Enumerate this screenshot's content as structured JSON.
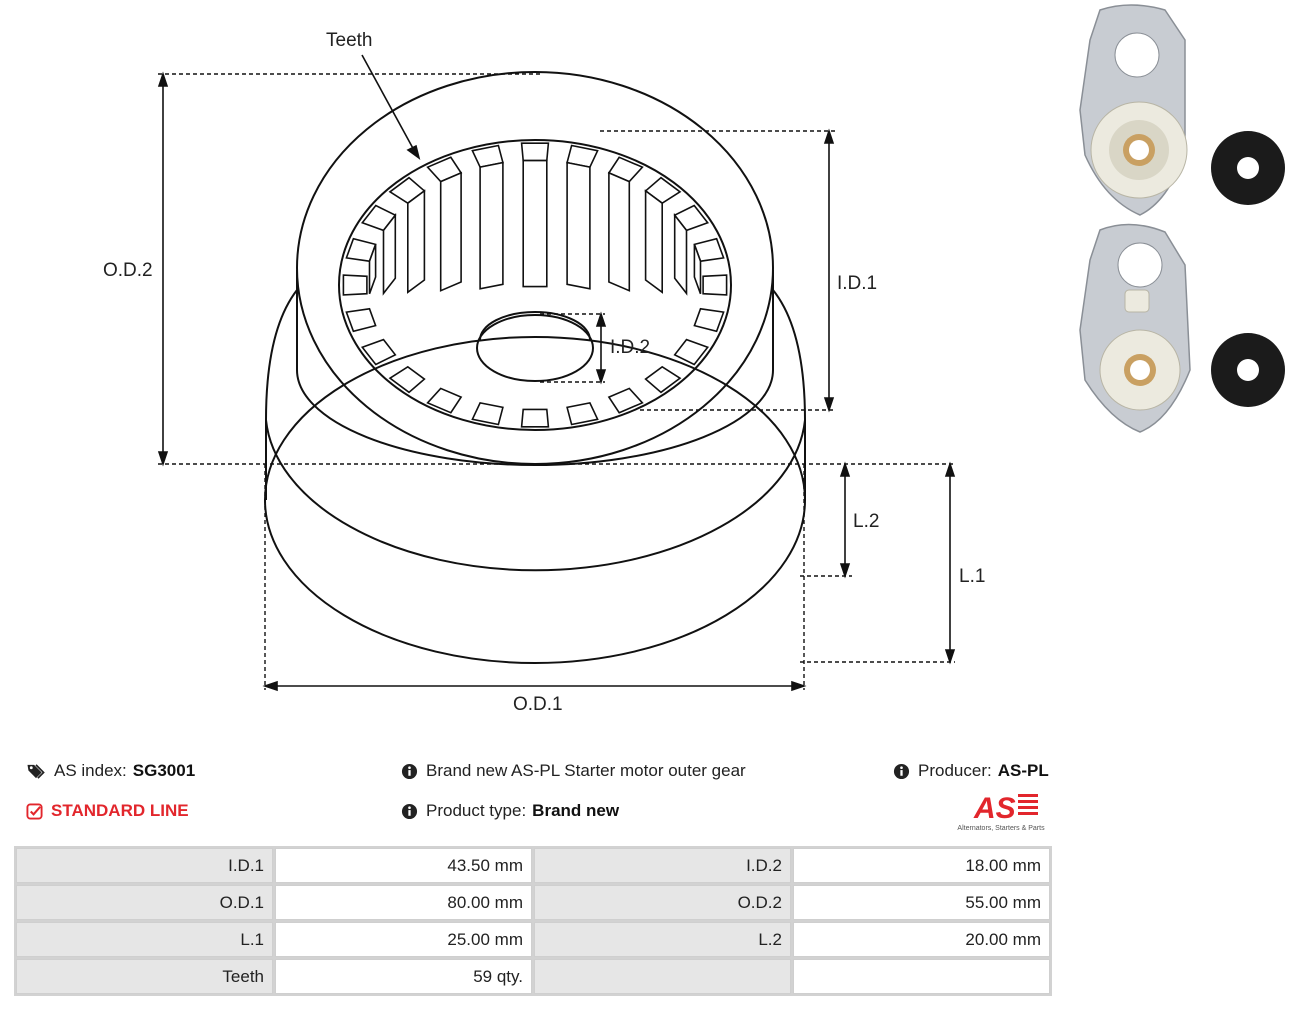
{
  "drawing": {
    "labels": {
      "teeth": "Teeth",
      "od2": "O.D.2",
      "id1": "I.D.1",
      "id2": "I.D.2",
      "l2": "L.2",
      "l1": "L.1",
      "od1": "O.D.1"
    }
  },
  "info": {
    "as_index_label": "AS index:",
    "as_index_value": "SG3001",
    "standard_line": "STANDARD LINE",
    "description": "Brand new AS-PL Starter motor outer gear",
    "product_type_label": "Product type:",
    "product_type_value": "Brand new",
    "producer_label": "Producer:",
    "producer_value": "AS-PL"
  },
  "logo": {
    "mark": "AS",
    "tagline": "Alternators, Starters & Parts",
    "color": "#e2262c"
  },
  "specs": {
    "rows": [
      {
        "l1": "I.D.1",
        "v1": "43.50 mm",
        "l2": "I.D.2",
        "v2": "18.00 mm"
      },
      {
        "l1": "O.D.1",
        "v1": "80.00 mm",
        "l2": "O.D.2",
        "v2": "55.00 mm"
      },
      {
        "l1": "L.1",
        "v1": "25.00 mm",
        "l2": "L.2",
        "v2": "20.00 mm"
      },
      {
        "l1": "Teeth",
        "v1": "59 qty.",
        "l2": "",
        "v2": ""
      }
    ]
  },
  "colors": {
    "accent": "#e2262c",
    "label_cell": "#e6e6e6",
    "border": "#cfcfcf"
  },
  "icons": {
    "tags": "tags-icon",
    "check": "check-square-icon",
    "info": "info-circle-icon"
  }
}
